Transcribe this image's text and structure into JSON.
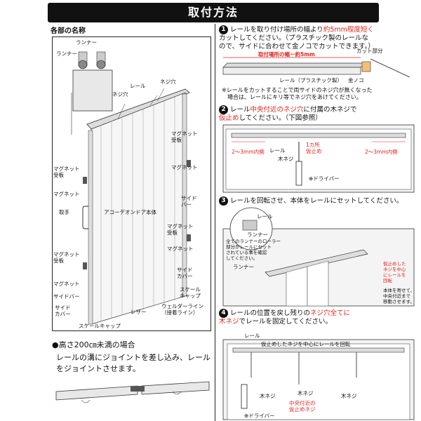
{
  "header": {
    "title": "取付方法"
  },
  "parts": {
    "title": "各部の名称",
    "runner1": "ランナー",
    "runner2": "ランナー",
    "rail": "レール",
    "screw_hole1": "ネジ穴",
    "screw_hole2": "ネジ穴",
    "magnet_receiver_r": "マグネット\n受板",
    "magnet_r1": "マグネット",
    "magnet_receiver_l1": "マグネット\n受板",
    "magnet_l1": "マグネット",
    "handle": "取手",
    "door_body": "アコーデオンドア本体",
    "side_bar": "サイド\nバー",
    "magnet_receiver_r2": "マグネット\n受板",
    "magnet_r2": "マグネット",
    "magnet_receiver_l2": "マグネット\n受板",
    "magnet_l2": "マグネット",
    "side_bar2": "サイドバー",
    "side_cover_l": "サイド\nカバー",
    "side_cover_r": "サイド\nカバー",
    "scale_cap_r": "スケール\nキャップ",
    "leather": "レザー",
    "welder_line": "ウェルダーライン\n（接着ライン）",
    "scale_cap_b": "スケールキャップ"
  },
  "steps": {
    "s1": {
      "num": "1",
      "line1_a": "レールを取り付け場所の幅より",
      "line1_red": "約5mm程度短く",
      "line2": "カットしてください。（プラスチック製のレールな",
      "line3": "ので、サイドに合わせて金ノコでカットできます。）",
      "width_label": "取付場所の幅ー約5mm",
      "cut_part": "カット部分",
      "rail_label": "レール（プラスチック製）",
      "saw": "金ノコ",
      "note1": "※レールをカットすることで両サイドのネジ穴が無くなった",
      "note2": "　場合は、レールにキリ等でネジ穴をあけてください。"
    },
    "s2": {
      "num": "2",
      "line1_a": "レール",
      "line1_red": "中央付近のネジ穴",
      "line1_b": "に付属の木ネジで",
      "line2_red": "仮止め",
      "line2_b": "してください。（下図参照）",
      "gap_l": "2～3mm内側",
      "gap_r": "2～3mm内側",
      "rail": "レール",
      "wood_screw": "木ネジ",
      "temp1": "1カ所",
      "temp2": "仮止め",
      "driver": "⊕ドライバー"
    },
    "s3": {
      "num": "3",
      "line1": "レールを回転させ、本体をレールにセットしてください。",
      "rail": "レール",
      "runner": "ランナー",
      "note": "全てのランナーのローラー\n部分がレールにセット\nされている事を確認\nしてください。",
      "runner2": "ランナー",
      "note2": "仮止めした\nネジを中心\nにレールを\n回転",
      "note3": "本体を寄せて、\n中央付近まで\n移動させます。"
    },
    "s4": {
      "num": "4",
      "line1_a": "レールの位置を戻し残りの",
      "line1_red": "ネジ穴全てに",
      "line2_red": "木ネジ",
      "line2_b": "でレールを固定してください。",
      "rail": "レール",
      "rotate_note": "仮止めしたネジを中心にレールを回転",
      "screw_l": "木ネジ",
      "screw_m": "木ネジ",
      "screw_r": "木ネジ",
      "center_temp": "中央付近の\n仮止めネジ",
      "driver": "⊕ドライバー"
    }
  },
  "joint": {
    "title": "●高さ200㎝未満の場合",
    "line1": "レールの溝にジョイントを差し込み、レール",
    "line2": "をジョイントさせます。"
  },
  "colors": {
    "accent_red": "#e0241b",
    "ink": "#111111",
    "panel": "#f4f4f4"
  }
}
